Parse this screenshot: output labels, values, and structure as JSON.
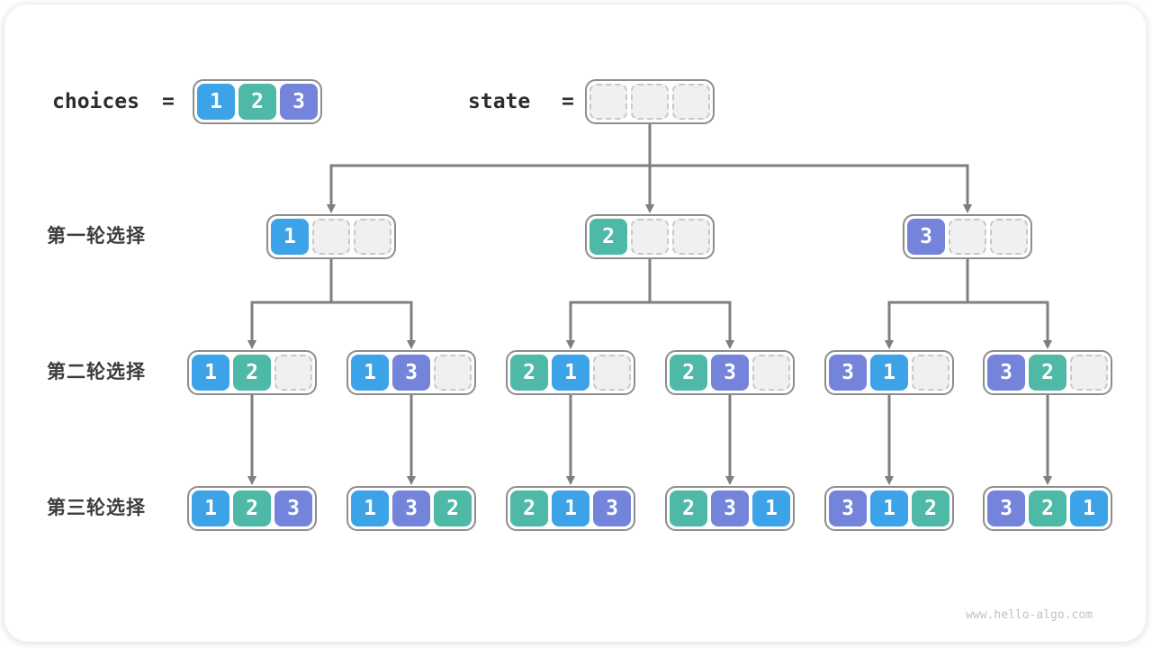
{
  "header": {
    "choices_label": "choices",
    "choices_equals": "=",
    "choices_values": [
      "1",
      "2",
      "3"
    ],
    "state_label": "state",
    "state_equals": "=",
    "state_values": [
      "",
      "",
      ""
    ]
  },
  "rows": {
    "round1_label": "第一轮选择",
    "round2_label": "第二轮选择",
    "round3_label": "第三轮选择"
  },
  "tree": {
    "level1": [
      [
        "1",
        "",
        ""
      ],
      [
        "2",
        "",
        ""
      ],
      [
        "3",
        "",
        ""
      ]
    ],
    "level2": [
      [
        "1",
        "2",
        ""
      ],
      [
        "1",
        "3",
        ""
      ],
      [
        "2",
        "1",
        ""
      ],
      [
        "2",
        "3",
        ""
      ],
      [
        "3",
        "1",
        ""
      ],
      [
        "3",
        "2",
        ""
      ]
    ],
    "level3": [
      [
        "1",
        "2",
        "3"
      ],
      [
        "1",
        "3",
        "2"
      ],
      [
        "2",
        "1",
        "3"
      ],
      [
        "2",
        "3",
        "1"
      ],
      [
        "3",
        "1",
        "2"
      ],
      [
        "3",
        "2",
        "1"
      ]
    ]
  },
  "colors": {
    "1": "#3da3e8",
    "2": "#4db9a6",
    "3": "#7584db",
    "box_border": "#8d8d8d",
    "empty_cell_bg": "#f0f0f0",
    "empty_cell_border": "#c8c8c8",
    "connector": "#7f7f7f",
    "label_text": "#3c3c3c",
    "header_text": "#2d2d2d",
    "watermark_text": "#c2c2c2"
  },
  "watermark": "www.hello-algo.com"
}
